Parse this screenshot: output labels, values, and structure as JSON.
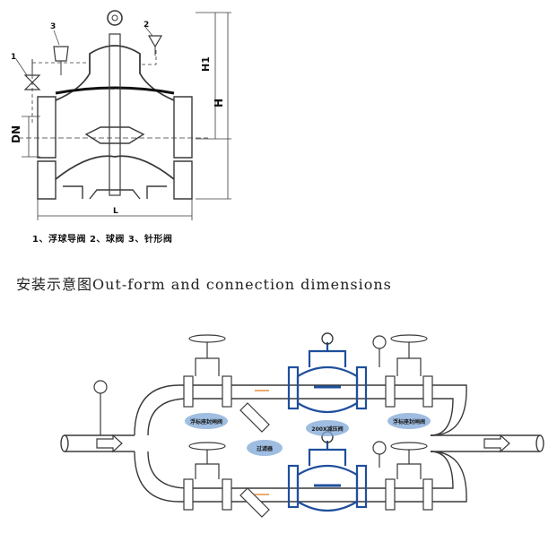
{
  "top_diagram": {
    "callouts": {
      "n1": "1",
      "n2": "2",
      "n3": "3"
    },
    "dims": {
      "h1": "H1",
      "h": "H",
      "dn": "DN",
      "l": "L"
    },
    "legend": "1、浮球导阀  2、球阀  3、针形阀"
  },
  "title": "安装示意图Out-form and connection dimensions",
  "bottom_diagram": {
    "labels": {
      "left_gate_valve": "浮标座封闸阀",
      "main_valve": "200X减压阀",
      "right_gate_valve": "浮标座封闸阀",
      "strainer": "过滤器"
    }
  },
  "colors": {
    "outline": "#3a3a3a",
    "valve_blue": "#1f4f9c",
    "label_blob": "#7fa8d8",
    "arrow": "#3a3a3a"
  }
}
